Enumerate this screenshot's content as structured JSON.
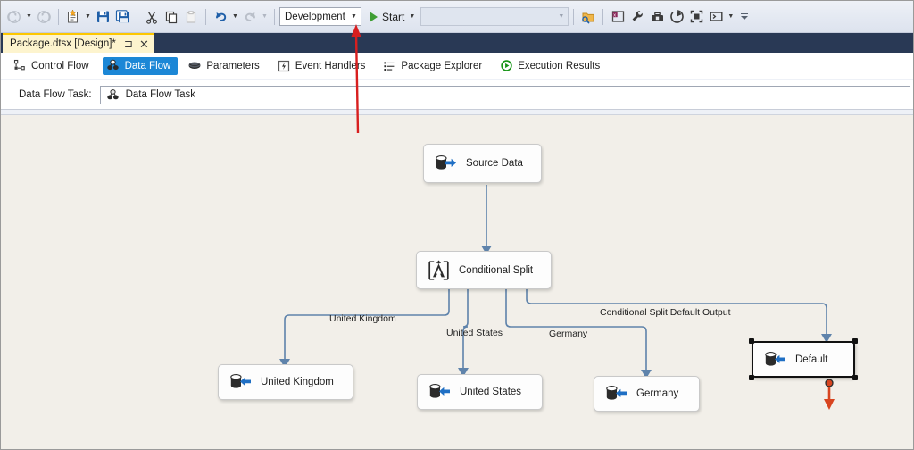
{
  "toolbar": {
    "nav_back_icon": "navigate-back-icon",
    "nav_forward_icon": "navigate-forward-icon",
    "new_project_icon": "new-project-icon",
    "save_icon": "save-icon",
    "save_all_icon": "save-all-icon",
    "cut_icon": "cut-icon",
    "copy_icon": "copy-icon",
    "paste_icon": "paste-icon",
    "undo_icon": "undo-icon",
    "redo_icon": "redo-icon",
    "configuration": "Development",
    "configuration_placeholder": "",
    "start_label": "Start",
    "start_icon": "play-icon",
    "target_value": "",
    "find_icon": "find-in-files-icon",
    "solution_explorer_icon": "solution-explorer-icon",
    "properties_icon": "wrench-icon",
    "toolbox_icon": "toolbox-icon",
    "progress_icon": "progress-icon",
    "zoom_fit_icon": "zoom-to-fit-icon",
    "console_icon": "console-window-icon",
    "overflow_icon": "toolbar-overflow-icon"
  },
  "document_tab": {
    "title": "Package.dtsx [Design]*",
    "pin_icon": "pin-icon",
    "close_icon": "close-icon"
  },
  "designer_tabs": [
    {
      "label": "Control Flow",
      "icon": "control-flow-icon",
      "active": false
    },
    {
      "label": "Data Flow",
      "icon": "data-flow-icon",
      "active": true
    },
    {
      "label": "Parameters",
      "icon": "parameters-icon",
      "active": false
    },
    {
      "label": "Event Handlers",
      "icon": "event-handlers-icon",
      "active": false
    },
    {
      "label": "Package Explorer",
      "icon": "package-explorer-icon",
      "active": false
    },
    {
      "label": "Execution Results",
      "icon": "execution-results-icon",
      "active": false
    }
  ],
  "data_flow_task_bar": {
    "label": "Data Flow Task:",
    "selected": "Data Flow Task",
    "icon": "data-flow-task-icon"
  },
  "diagram": {
    "nodes": [
      {
        "id": "source",
        "label": "Source Data",
        "icon": "source-database-icon",
        "selected": false
      },
      {
        "id": "split",
        "label": "Conditional Split",
        "icon": "conditional-split-icon",
        "selected": false
      },
      {
        "id": "uk",
        "label": "United Kingdom",
        "icon": "destination-database-icon",
        "selected": false
      },
      {
        "id": "us",
        "label": "United States",
        "icon": "destination-database-icon",
        "selected": false
      },
      {
        "id": "de",
        "label": "Germany",
        "icon": "destination-database-icon",
        "selected": false
      },
      {
        "id": "default",
        "label": "Default",
        "icon": "destination-database-icon",
        "selected": true
      }
    ],
    "edge_labels": [
      {
        "id": "uk",
        "text": "United Kingdom"
      },
      {
        "id": "us",
        "text": "United States"
      },
      {
        "id": "de",
        "text": "Germany"
      },
      {
        "id": "default",
        "text": "Conditional Split Default Output"
      }
    ],
    "colors": {
      "canvas": "#f2efe9",
      "connector": "#5f83ab",
      "accent_blue": "#1f6fc4",
      "selection": "#111111",
      "error_output": "#d8441f",
      "annotation": "#d81f1f"
    }
  },
  "annotation": {
    "arrow_name": "red-pointer-arrow"
  }
}
